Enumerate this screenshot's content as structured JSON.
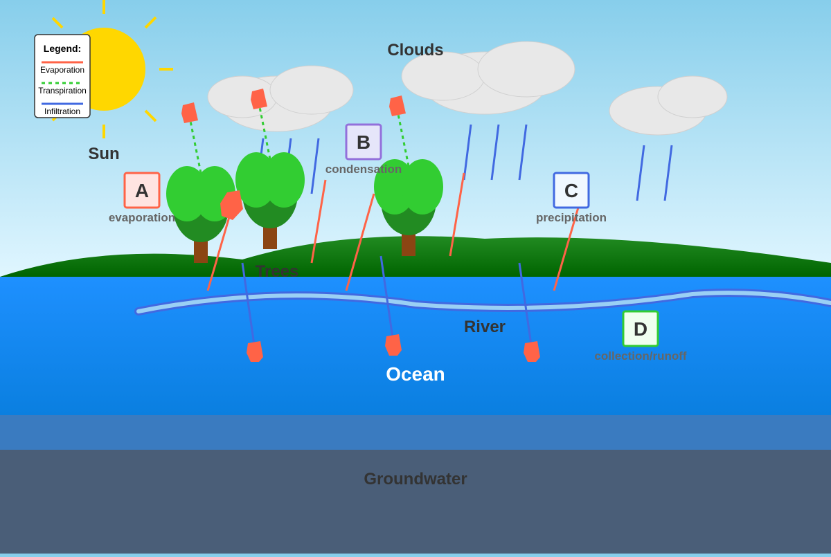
{
  "labels": {
    "sun": "Sun",
    "clouds": "Clouds",
    "trees": "Trees",
    "river": "River",
    "ocean": "Ocean",
    "groundwater": "Groundwater"
  },
  "legend": {
    "title": "Legend:",
    "items": [
      {
        "label": "Evaporation",
        "color": "#FF6347",
        "style": "solid"
      },
      {
        "label": "Transpiration",
        "color": "#32CD32",
        "style": "dashed"
      },
      {
        "label": "Infiltration",
        "color": "#4169E1",
        "style": "solid"
      }
    ]
  },
  "markers": [
    {
      "letter": "A",
      "caption": "evaporation",
      "border": "#FF6347",
      "fill": "#FFE4E1"
    },
    {
      "letter": "B",
      "caption": "condensation",
      "border": "#9370DB",
      "fill": "#E6E6FA"
    },
    {
      "letter": "C",
      "caption": "precipitation",
      "border": "#4169E1",
      "fill": "#F0F8FF"
    },
    {
      "letter": "D",
      "caption": "collection/runoff",
      "border": "#32CD32",
      "fill": "#F0FFF0"
    }
  ],
  "colors": {
    "sky_top": "#87CEEB",
    "sky_bottom": "#E0F6FF",
    "sun": "#FFD700",
    "land": "#228B22",
    "ocean_top": "#1E90FF",
    "ocean_bottom": "#0A7FE0",
    "groundwater": "#4A5E78",
    "cloud": "#E8E8E8",
    "tree": "#32CD32",
    "trunk": "#8B4513",
    "evaporation": "#FF6347",
    "transpiration": "#32CD32",
    "precipitation": "#4169E1"
  }
}
